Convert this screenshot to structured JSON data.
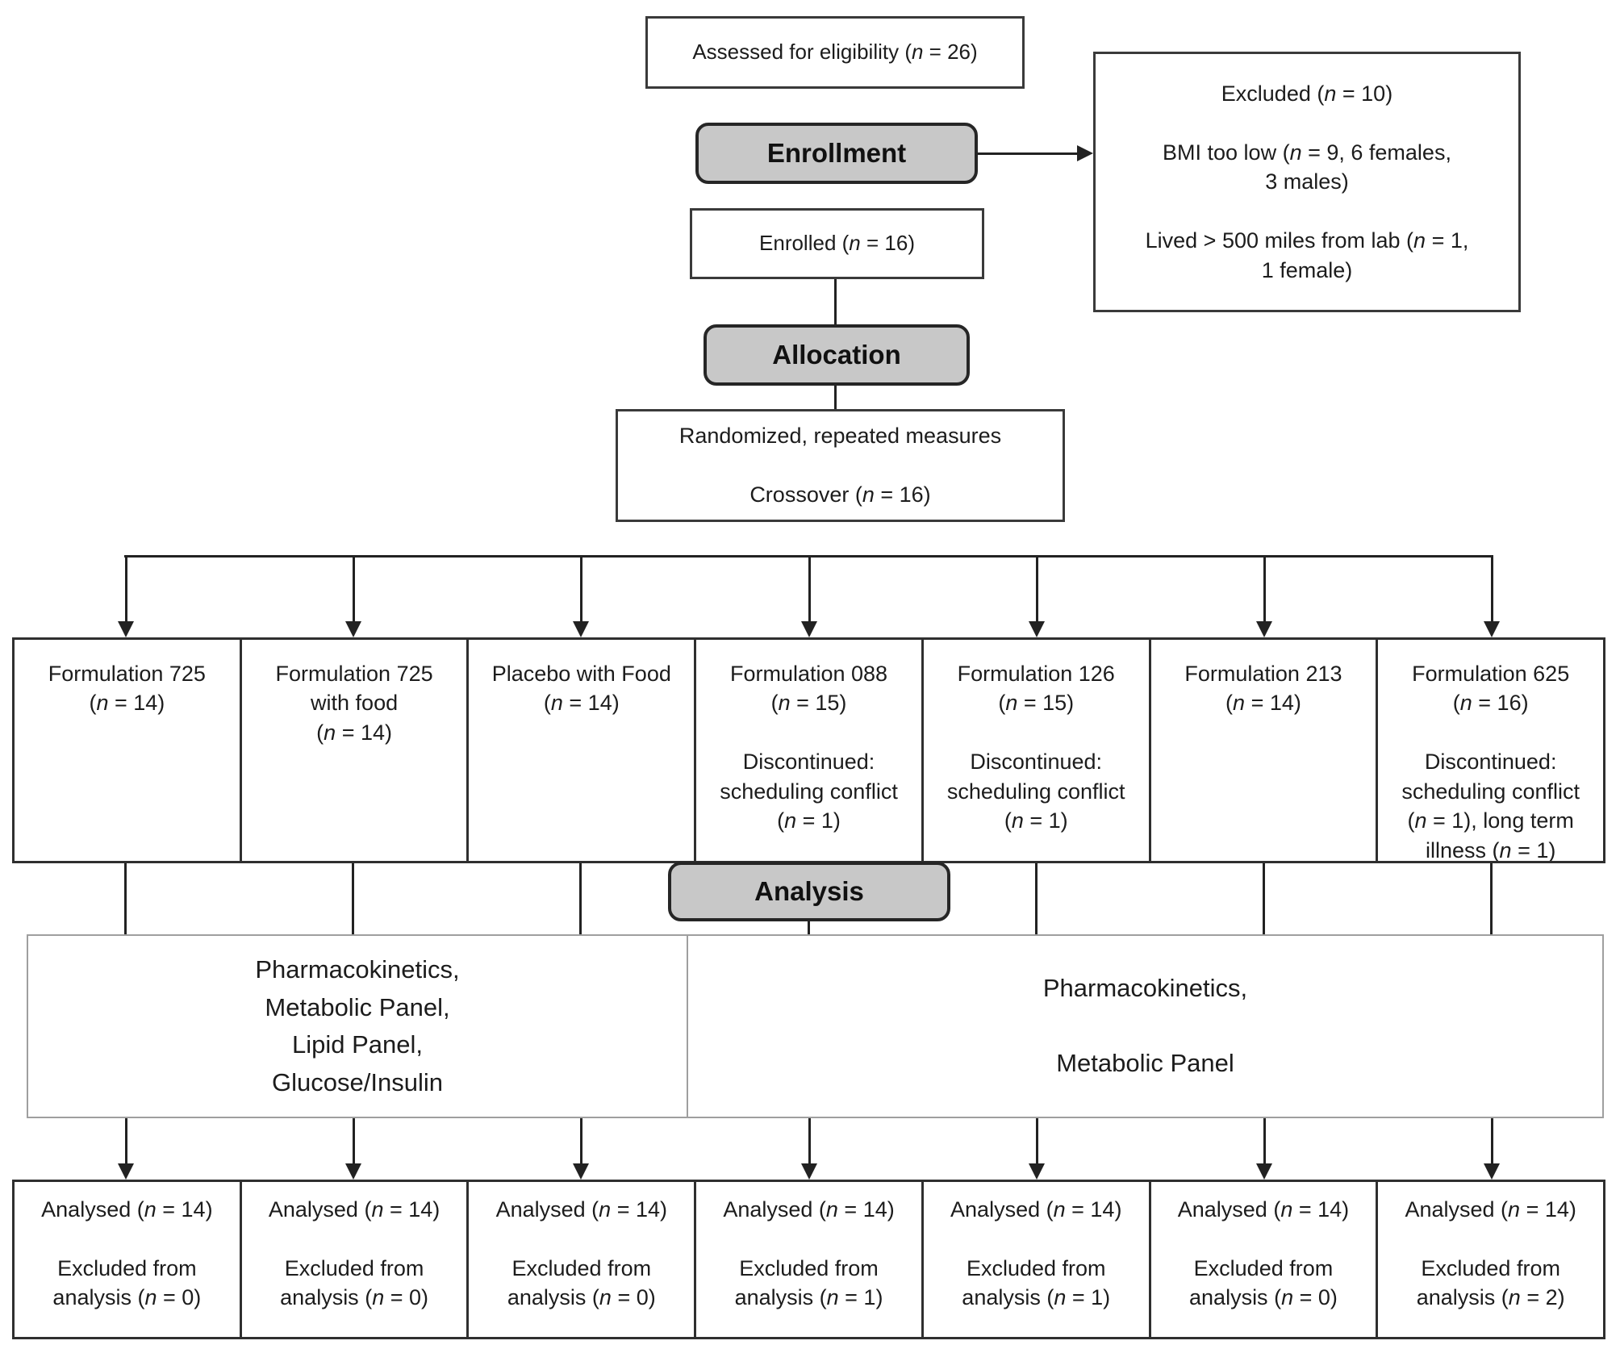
{
  "diagram": {
    "assessed": [
      "Assessed for eligibility (n = 26)"
    ],
    "enrollment_label": "Enrollment",
    "excluded": [
      "Excluded (n = 10)",
      "",
      "BMI too low (n = 9, 6 females,",
      "3 males)",
      "",
      "Lived > 500 miles from lab (n = 1,",
      "1 female)"
    ],
    "enrolled": [
      "Enrolled (n = 16)"
    ],
    "allocation_label": "Allocation",
    "randomized": [
      "Randomized, repeated measures",
      "",
      "Crossover (n = 16)"
    ],
    "arms": [
      {
        "lines": [
          "Formulation 725",
          "(n = 14)"
        ]
      },
      {
        "lines": [
          "Formulation 725",
          "with food",
          "(n = 14)"
        ]
      },
      {
        "lines": [
          "Placebo with Food",
          "(n = 14)"
        ]
      },
      {
        "lines": [
          "Formulation 088",
          "(n = 15)",
          "",
          "Discontinued:",
          "scheduling conflict",
          "(n = 1)"
        ]
      },
      {
        "lines": [
          "Formulation 126",
          "(n = 15)",
          "",
          "Discontinued:",
          "scheduling conflict",
          "(n = 1)"
        ]
      },
      {
        "lines": [
          "Formulation 213",
          "(n = 14)"
        ]
      },
      {
        "lines": [
          "Formulation 625",
          "(n = 16)",
          "",
          "Discontinued:",
          "scheduling conflict",
          "(n = 1), long term",
          "illness (n = 1)"
        ]
      }
    ],
    "analysis_label": "Analysis",
    "panels": [
      {
        "lines": [
          "Pharmacokinetics,",
          "Metabolic Panel,",
          "Lipid Panel,",
          "Glucose/Insulin"
        ]
      },
      {
        "lines": [
          "Pharmacokinetics,",
          "",
          "Metabolic Panel"
        ]
      }
    ],
    "analysed": [
      {
        "lines": [
          "Analysed (n = 14)",
          "",
          "Excluded from",
          "analysis (n = 0)"
        ]
      },
      {
        "lines": [
          "Analysed (n = 14)",
          "",
          "Excluded from",
          "analysis (n = 0)"
        ]
      },
      {
        "lines": [
          "Analysed (n = 14)",
          "",
          "Excluded from",
          "analysis (n = 0)"
        ]
      },
      {
        "lines": [
          "Analysed (n = 14)",
          "",
          "Excluded from",
          "analysis (n = 1)"
        ]
      },
      {
        "lines": [
          "Analysed (n = 14)",
          "",
          "Excluded from",
          "analysis (n = 1)"
        ]
      },
      {
        "lines": [
          "Analysed (n = 14)",
          "",
          "Excluded from",
          "analysis (n = 0)"
        ]
      },
      {
        "lines": [
          "Analysed (n = 14)",
          "",
          "Excluded from",
          "analysis (n = 2)"
        ]
      }
    ],
    "colors": {
      "badge_fill": "#c8c8c8",
      "badge_border": "#262626",
      "box_border": "#3a3a3a",
      "table_border": "#2f2f2f",
      "panel_border": "#9f9f9f",
      "text": "#1c1c1c"
    }
  }
}
